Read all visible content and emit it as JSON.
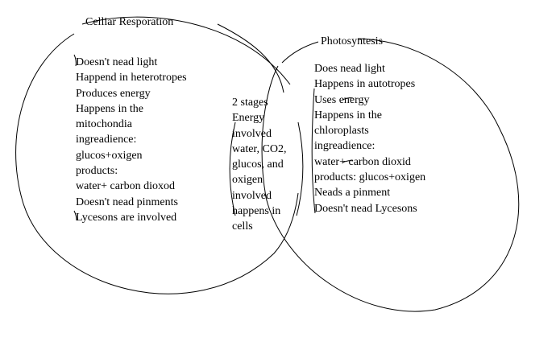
{
  "diagram": {
    "type": "venn",
    "left_circle": {
      "title": "Celliar Resporation",
      "items": [
        "Doesn't nead light",
        "Happend in heterotropes",
        "Produces energy",
        "Happens in the",
        "mitochondia",
        "ingreadience:",
        "glucos+oxigen",
        "products:",
        "water+  carbon dioxod",
        "Doesn't nead pinments",
        "Lycesons are involved"
      ]
    },
    "right_circle": {
      "title": "Photosyntesis",
      "items": [
        "Does nead light",
        "Happens in autotropes",
        "Uses energy",
        "Happens in the",
        "chloroplasts",
        "ingreadience:",
        "water+ carbon dioxid",
        "products: glucos+oxigen",
        "Neads a pinment",
        "Doesn't nead Lycesons"
      ]
    },
    "overlap": {
      "items": [
        "2 stages",
        "Energy",
        "involved",
        "water, CO2,",
        "glucos, and",
        "oxigen",
        "involved",
        "happens in",
        "cells"
      ]
    },
    "colors": {
      "stroke": "#000000",
      "background": "#ffffff",
      "text": "#000000"
    }
  }
}
